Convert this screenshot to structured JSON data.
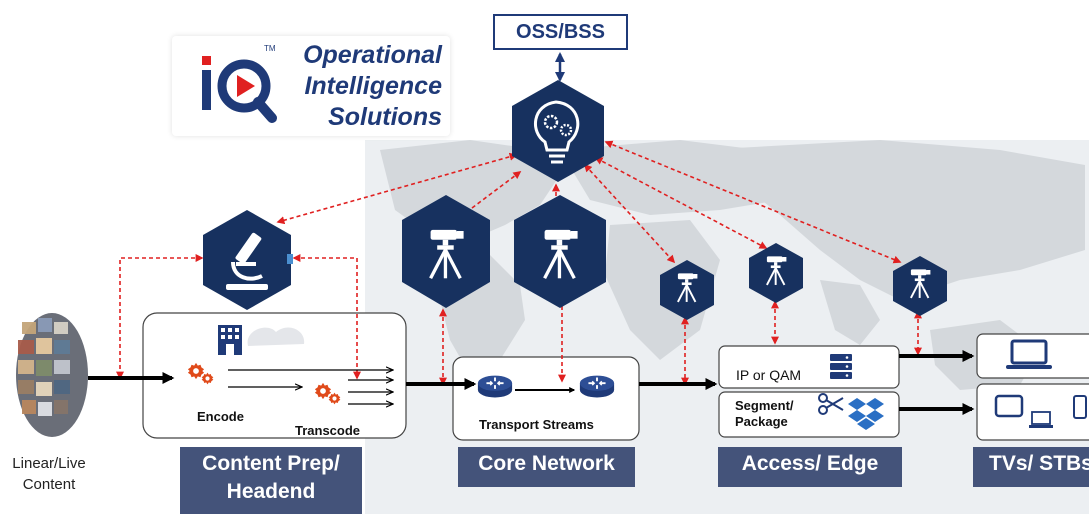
{
  "logo": {
    "mark": "iQ",
    "tm": "TM",
    "line1": "Operational",
    "line2": "Intelligence",
    "line3": "Solutions"
  },
  "oss_bss": "OSS/BSS",
  "source": {
    "line1": "Linear/Live",
    "line2": "Content"
  },
  "headend": {
    "encode": "Encode",
    "transcode": "Transcode"
  },
  "core": {
    "label": "Transport Streams"
  },
  "access": {
    "ip_qam": "IP or QAM",
    "segment_line1": "Segment/",
    "segment_line2": "Package"
  },
  "stages": {
    "content_prep_line1": "Content Prep/",
    "content_prep_line2": "Headend",
    "core_network": "Core Network",
    "access_edge": "Access/ Edge",
    "tvs_stbs": "TVs/ STBs"
  },
  "icons": {
    "hub": "lightbulb-gears-icon",
    "microscope": "microscope-icon",
    "probe": "surveyor-tripod-icon",
    "router": "router-icon",
    "server": "server-stack-icon",
    "scissors": "scissors-icon",
    "box": "dropbox-icon",
    "building": "building-icon",
    "gear": "gear-icon",
    "laptop": "laptop-icon",
    "tablet": "tablet-icon",
    "phone": "phone-icon"
  },
  "colors": {
    "navy": "#1f3a78",
    "banner": "#44537a",
    "link_red": "#e02020",
    "gear_orange": "#e04a1a"
  }
}
